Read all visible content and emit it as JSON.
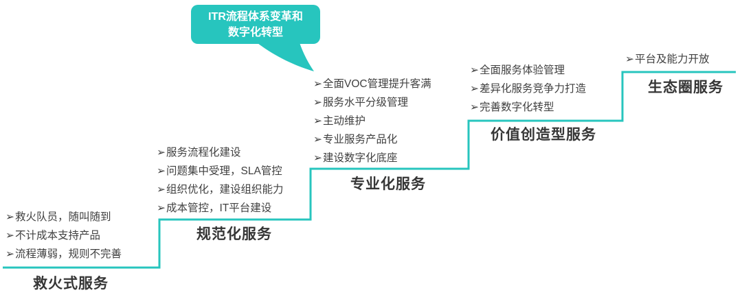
{
  "callout": {
    "line1": "ITR流程体系变革和",
    "line2": "数字化转型"
  },
  "glyphs": {
    "arrow_bullet": "➢"
  },
  "colors": {
    "accent_teal": "#27C5BE",
    "bullet_text": "#404040",
    "label_text": "#363636"
  },
  "stages": [
    {
      "label": "救火式服务",
      "bullets": [
        "救火队员，随叫随到",
        "不计成本支持产品",
        "流程薄弱，规则不完善"
      ]
    },
    {
      "label": "规范化服务",
      "bullets": [
        "服务流程化建设",
        "问题集中受理，SLA管控",
        "组织优化，建设组织能力",
        "成本管控，IT平台建设"
      ]
    },
    {
      "label": "专业化服务",
      "bullets": [
        "全面VOC管理提升客满",
        "服务水平分级管理",
        "主动维护",
        "专业服务产品化",
        "建设数字化底座"
      ]
    },
    {
      "label": "价值创造型服务",
      "bullets": [
        "全面服务体验管理",
        "差异化服务竞争力打造",
        "完善数字化转型"
      ]
    },
    {
      "label": "生态圈服务",
      "bullets": [
        "平台及能力开放"
      ]
    }
  ]
}
